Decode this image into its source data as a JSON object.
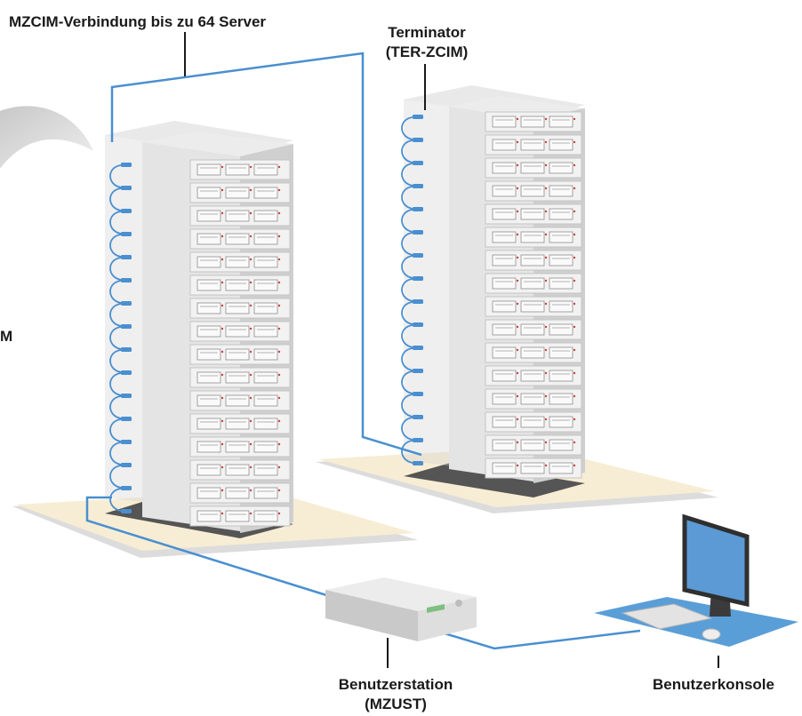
{
  "labels": {
    "connection": "MZCIM-Verbindung bis zu 64 Server",
    "terminator_line1": "Terminator",
    "terminator_line2": "(TER-ZCIM)",
    "left_cutoff": "M",
    "user_station_line1": "Benutzerstation",
    "user_station_line2": "(MZUST)",
    "user_console": "Benutzerkonsole"
  },
  "colors": {
    "cable": "#4a8fd0",
    "floor": "#f7edd4",
    "monitor_screen": "#5b9ad4",
    "mousepad": "#5a9ed8"
  }
}
